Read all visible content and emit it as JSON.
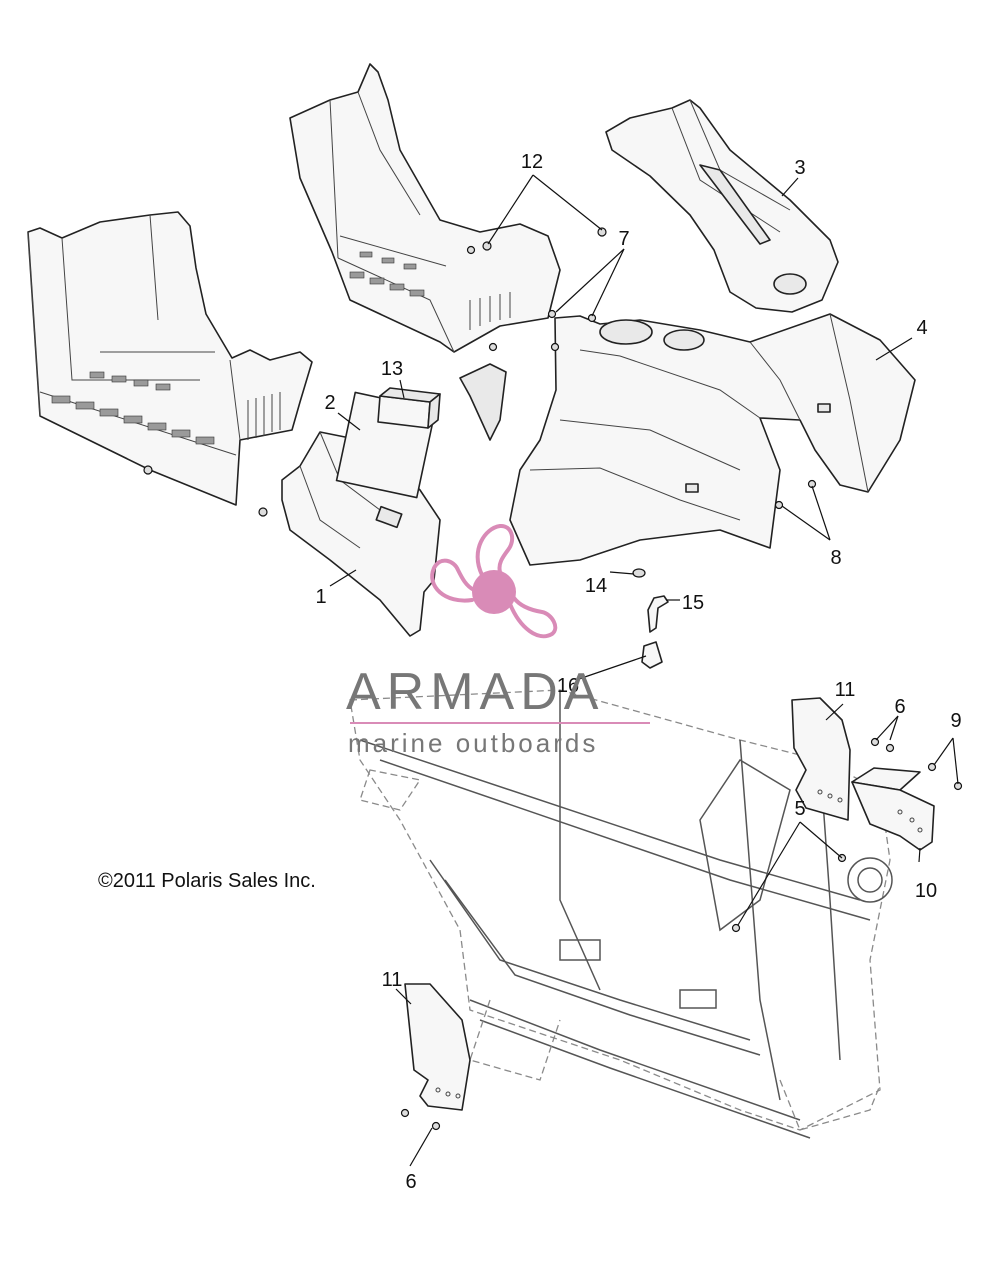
{
  "copyright": "©2011 Polaris Sales Inc.",
  "watermark": {
    "brand": "ARMADA",
    "tagline": "marine outboards",
    "accent_color": "#d98bb7",
    "logo_icon": "propeller-logo-icon"
  },
  "callouts": [
    "1",
    "2",
    "3",
    "4",
    "5",
    "6",
    "6",
    "7",
    "8",
    "9",
    "10",
    "11",
    "11",
    "12",
    "13",
    "14",
    "15",
    "16"
  ]
}
